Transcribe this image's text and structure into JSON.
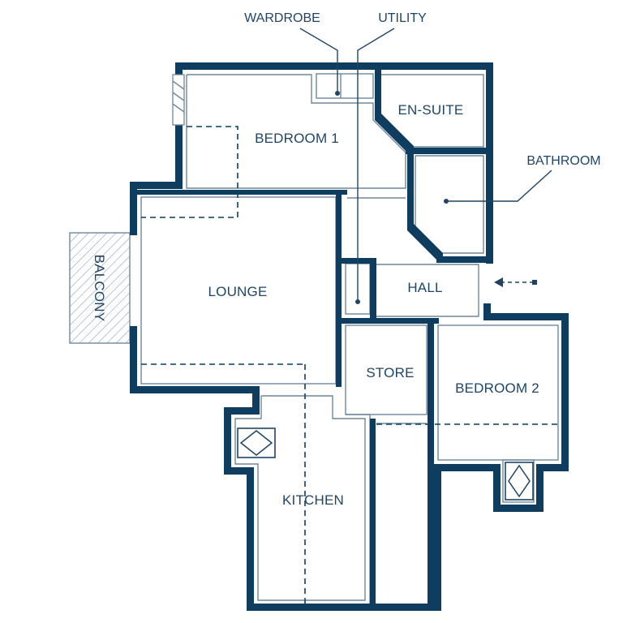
{
  "rooms": {
    "bedroom1": "BEDROOM 1",
    "en_suite": "EN-SUITE",
    "bathroom": "BATHROOM",
    "lounge": "LOUNGE",
    "hall": "HALL",
    "store": "STORE",
    "bedroom2": "BEDROOM 2",
    "kitchen": "KITCHEN",
    "balcony": "BALCONY"
  },
  "callouts": {
    "wardrobe": "WARDROBE",
    "utility": "UTILITY"
  },
  "colors": {
    "wall": "#0f3d5f",
    "label": "#1f4566",
    "inner_line": "#6f879b",
    "background": "#ffffff"
  }
}
